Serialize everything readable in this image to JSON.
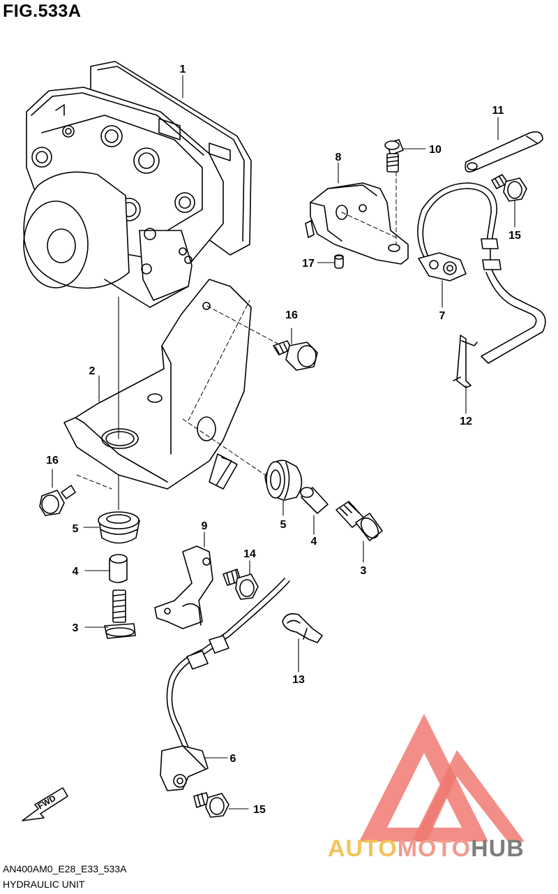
{
  "figure": {
    "title": "FIG.533A",
    "footer_code": "AN400AM0_E28_E33_533A",
    "footer_name": "HYDRAULIC UNIT"
  },
  "watermark": {
    "part_a": "AUTO",
    "part_b": "MOTO",
    "part_c": "HUB",
    "colors": {
      "auto": "#f2c35a",
      "moto": "#f39a8e",
      "hub": "#7d7d7d",
      "logo": "#f07a72"
    }
  },
  "fwd_badge": "FWD",
  "callouts": [
    "1",
    "2",
    "3",
    "3",
    "4",
    "4",
    "5",
    "5",
    "6",
    "7",
    "8",
    "9",
    "10",
    "11",
    "12",
    "13",
    "14",
    "15",
    "15",
    "16",
    "16",
    "17"
  ]
}
